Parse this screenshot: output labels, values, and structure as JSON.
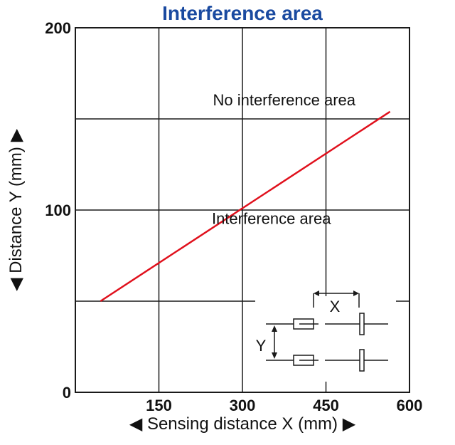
{
  "chart_data": {
    "type": "line",
    "title": "Interference area",
    "xlabel": "◀ Sensing distance X (mm) ▶",
    "ylabel": "◀ Distance Y (mm) ▶",
    "xlim": [
      0,
      600
    ],
    "ylim": [
      0,
      200
    ],
    "x_ticks": [
      {
        "value": 150,
        "label": "150"
      },
      {
        "value": 300,
        "label": "300"
      },
      {
        "value": 450,
        "label": "450"
      },
      {
        "value": 600,
        "label": "600"
      }
    ],
    "y_ticks": [
      {
        "value": 0,
        "label": "0"
      },
      {
        "value": 100,
        "label": "100"
      },
      {
        "value": 200,
        "label": "200"
      }
    ],
    "grid_x": [
      150,
      300,
      450
    ],
    "grid_y": [
      50,
      100,
      150
    ],
    "grid": true,
    "series": [
      {
        "name": "",
        "color": "#e0101c",
        "x": [
          45,
          565
        ],
        "y": [
          50,
          154
        ]
      }
    ],
    "annotations": [
      {
        "text": "No interference area",
        "x": 375,
        "y": 155
      },
      {
        "text": "Interference area",
        "x": 352,
        "y": 90
      }
    ],
    "inset": {
      "x_label": "X",
      "y_label": "Y"
    },
    "colors": {
      "title": "#1a4aa0",
      "line": "#e0101c",
      "grid": "#1a1a1a"
    }
  }
}
